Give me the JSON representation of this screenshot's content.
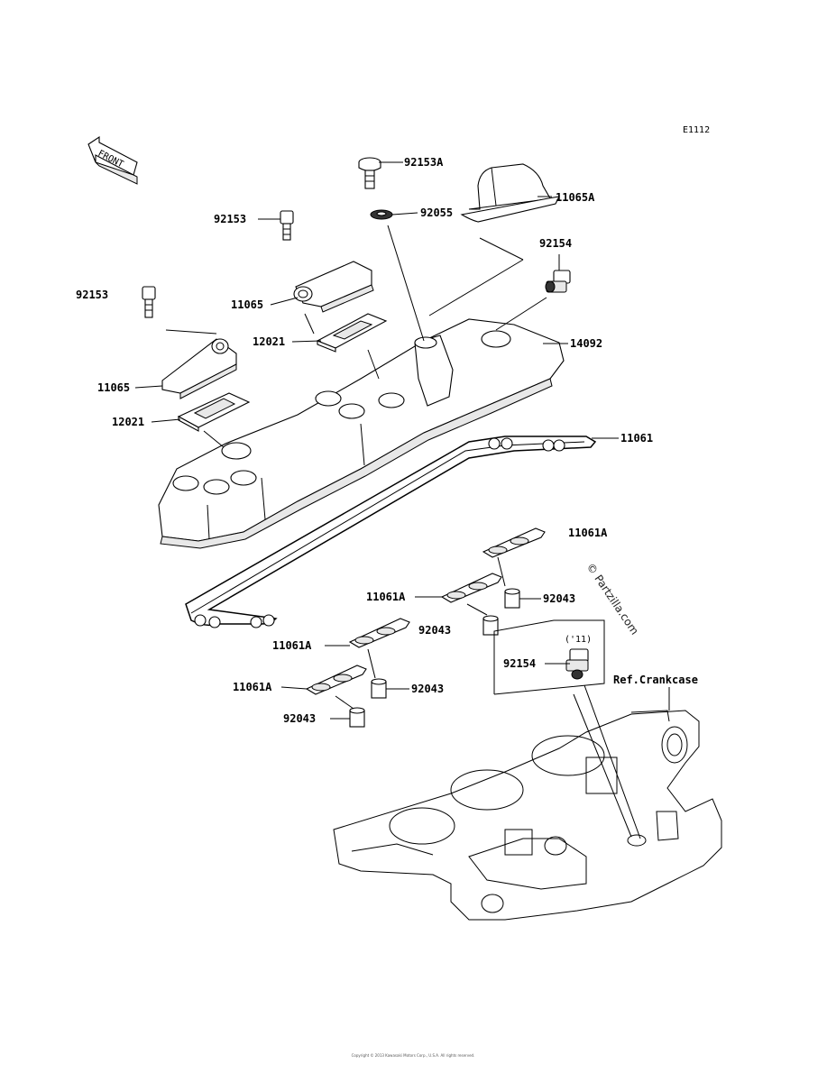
{
  "diagram_code": "E1112",
  "front_label": "FRONT",
  "watermark": "© Partzilla.com",
  "variant_note": "('11)",
  "reference_label": "Ref.Crankcase",
  "copyright": "Copyright © 2013 Kawasaki Motors Corp., U.S.A. All rights reserved.",
  "callouts": {
    "c92153A": "92153A",
    "c11065A": "11065A",
    "c92055": "92055",
    "c92153_1": "92153",
    "c92154_1": "92154",
    "c92153_2": "92153",
    "c11065_1": "11065",
    "c12021_1": "12021",
    "c14092": "14092",
    "c11065_2": "11065",
    "c12021_2": "12021",
    "c11061": "11061",
    "c11061A_1": "11061A",
    "c11061A_2": "11061A",
    "c92043_1": "92043",
    "c92043_2": "92043",
    "c11061A_3": "11061A",
    "c92154_2": "92154",
    "c11061A_4": "11061A",
    "c92043_3": "92043",
    "c92043_4": "92043"
  }
}
